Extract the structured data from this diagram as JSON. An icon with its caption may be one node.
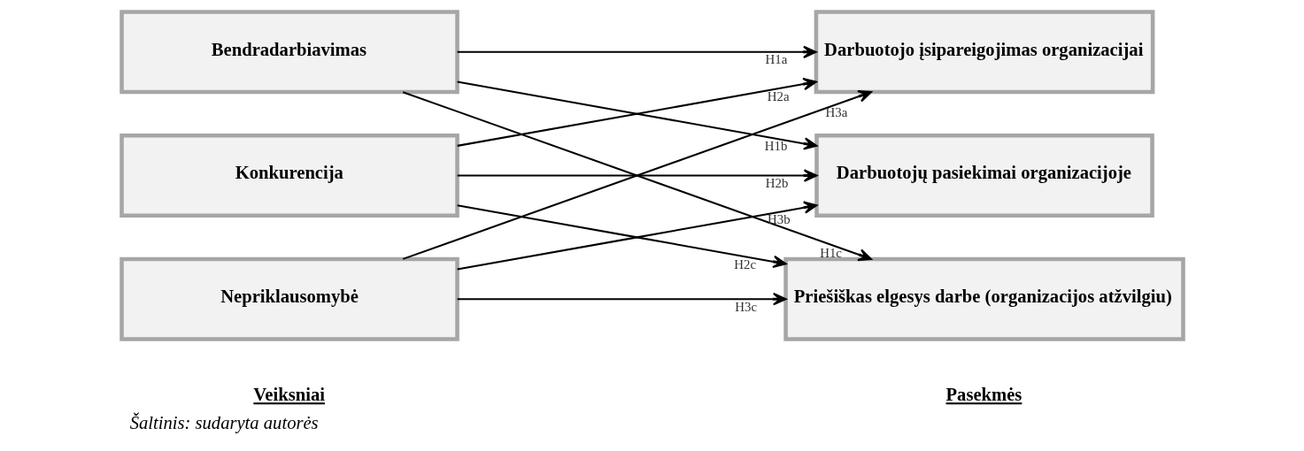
{
  "diagram": {
    "caption": "Šaltinis: sudaryta autorės",
    "nodes": [
      {
        "text": [
          "Bendradarbiavimas"
        ]
      },
      {
        "text": [
          "Konkurencija"
        ]
      },
      {
        "text": [
          "Nepriklausomybė"
        ]
      },
      {
        "text": [
          "Darbuotojo įsipareigojimas organizacijai"
        ]
      },
      {
        "text": [
          "Darbuotojų pasiekimai organizacijoje"
        ]
      },
      {
        "text": [
          "Priešiškas elgesys darbe (organizacijos atžvilgiu)"
        ]
      }
    ],
    "edges": [
      {
        "from": 0,
        "to": 3,
        "arrow": "to",
        "label": "H1a"
      },
      {
        "from": 1,
        "to": 3,
        "arrow": "to",
        "label": "H2a"
      },
      {
        "from": 2,
        "to": 3,
        "arrow": "to",
        "label": "H3a"
      },
      {
        "from": 0,
        "to": 4,
        "arrow": "to",
        "label": "H1b"
      },
      {
        "from": 1,
        "to": 4,
        "arrow": "to",
        "label": "H2b"
      },
      {
        "from": 2,
        "to": 4,
        "arrow": "to",
        "label": "H3b"
      },
      {
        "from": 0,
        "to": 5,
        "arrow": "to",
        "label": "H1c"
      },
      {
        "from": 1,
        "to": 5,
        "arrow": "to",
        "label": "H2c"
      },
      {
        "from": 2,
        "to": 5,
        "arrow": "to",
        "label": "H3c"
      }
    ],
    "labels": [
      "Veiksniai",
      "Pasekmės"
    ]
  }
}
